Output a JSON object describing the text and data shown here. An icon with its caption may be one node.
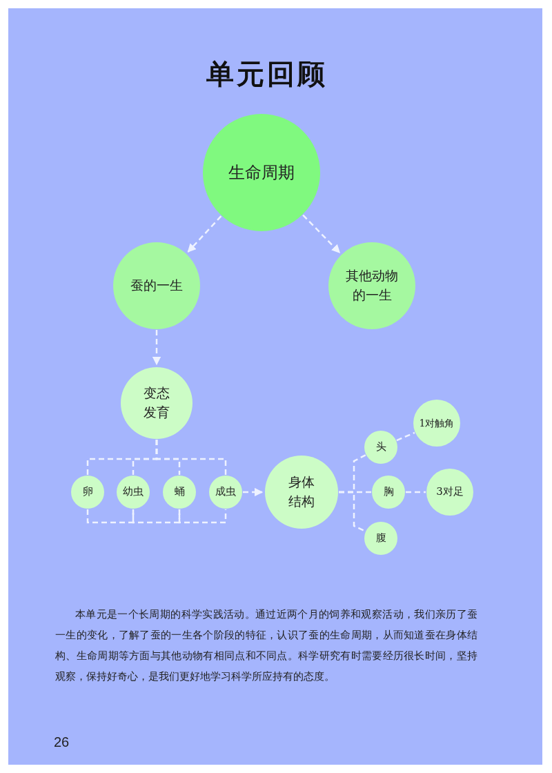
{
  "diagram": {
    "title": "单元回顾",
    "nodes": [
      {
        "text": [
          "生命周期"
        ]
      },
      {
        "text": [
          "蚕的一生"
        ]
      },
      {
        "text": [
          "其他动物的一生"
        ]
      },
      {
        "text": [
          "变态发育"
        ]
      },
      {
        "text": [
          "卵"
        ]
      },
      {
        "text": [
          "幼虫"
        ]
      },
      {
        "text": [
          "蛹"
        ]
      },
      {
        "text": [
          "成虫"
        ]
      },
      {
        "text": [
          "身体结构"
        ]
      },
      {
        "text": [
          "头"
        ]
      },
      {
        "text": [
          "胸"
        ]
      },
      {
        "text": [
          "腹"
        ]
      },
      {
        "text": [
          "1对触角"
        ]
      },
      {
        "text": [
          "3对足"
        ]
      }
    ],
    "edges": [
      {
        "from": 0,
        "to": 1,
        "arrow": "to",
        "style": "dashed"
      },
      {
        "from": 0,
        "to": 2,
        "arrow": "to",
        "style": "dashed"
      },
      {
        "from": 1,
        "to": 3,
        "arrow": "to",
        "style": "dashed"
      },
      {
        "from": 3,
        "to": 4,
        "arrow": "none",
        "style": "dashed"
      },
      {
        "from": 3,
        "to": 5,
        "arrow": "none",
        "style": "dashed"
      },
      {
        "from": 3,
        "to": 6,
        "arrow": "none",
        "style": "dashed"
      },
      {
        "from": 3,
        "to": 7,
        "arrow": "none",
        "style": "dashed"
      },
      {
        "from": 4,
        "to": 5,
        "arrow": "none",
        "style": "dashed"
      },
      {
        "from": 5,
        "to": 6,
        "arrow": "none",
        "style": "dashed"
      },
      {
        "from": 6,
        "to": 7,
        "arrow": "none",
        "style": "dashed"
      },
      {
        "from": 7,
        "to": 8,
        "arrow": "to",
        "style": "dashed"
      },
      {
        "from": 8,
        "to": 9,
        "arrow": "none",
        "style": "dashed"
      },
      {
        "from": 8,
        "to": 10,
        "arrow": "none",
        "style": "dashed"
      },
      {
        "from": 8,
        "to": 11,
        "arrow": "none",
        "style": "dashed"
      },
      {
        "from": 9,
        "to": 12,
        "arrow": "none",
        "style": "dashed"
      },
      {
        "from": 10,
        "to": 13,
        "arrow": "none",
        "style": "dashed"
      }
    ],
    "labels": [
      "本单元是一个长周期的科学实践活动。通过近两个月的饲养和观察活动，我们亲历了蚕一生的变化，了解了蚕的一生各个阶段的特征，认识了蚕的生命周期，从而知道蚕在身体结构、生命周期等方面与其他动物有相同点和不同点。科学研究有时需要经历很长时间，坚持观察，保持好奇心，是我们更好地学习科学所应持有的态度。",
      "26"
    ]
  }
}
